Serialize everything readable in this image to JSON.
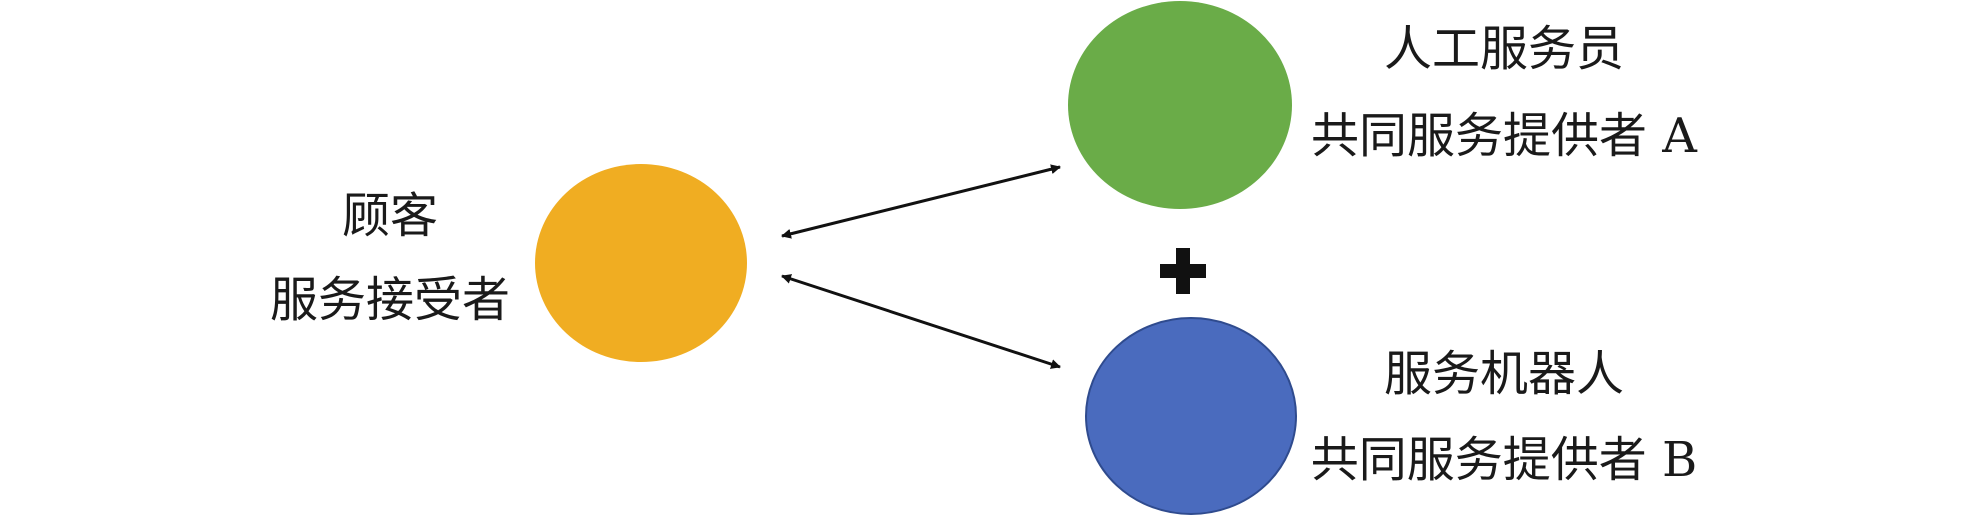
{
  "customer": {
    "line1": "顾客",
    "line2": "服务接受者",
    "color": "#F0AD22"
  },
  "human": {
    "line1": "人工服务员",
    "line2": "共同服务提供者 A",
    "color": "#6AAC48"
  },
  "robot": {
    "line1": "服务机器人",
    "line2": "共同服务提供者 B",
    "color": "#4A6BBE",
    "stroke": "#2F4B8E"
  },
  "arrow_color": "#111111",
  "plus_symbol": "+"
}
